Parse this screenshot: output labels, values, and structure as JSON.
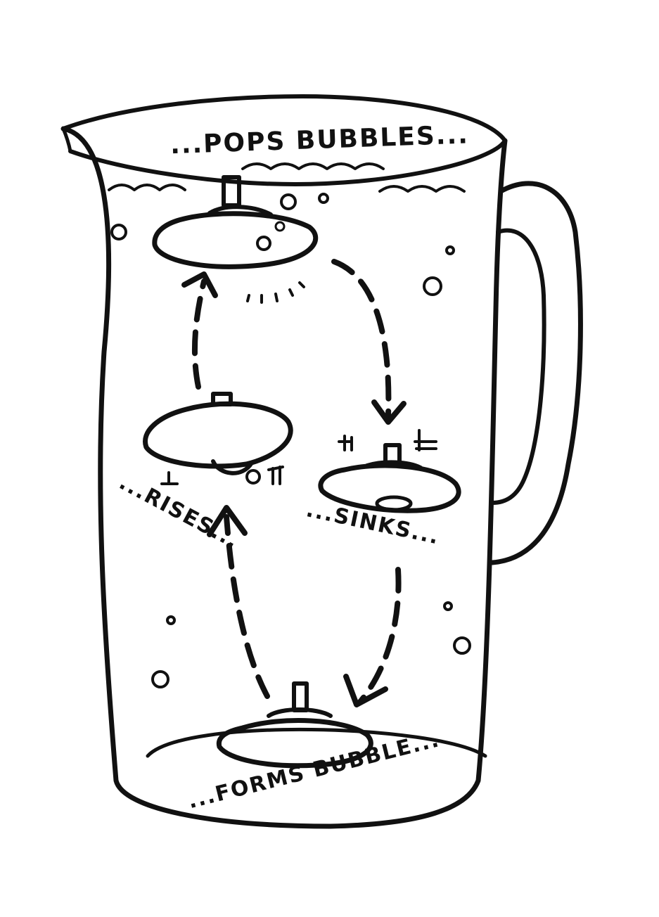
{
  "diagram": {
    "labels": {
      "pops": "...POPS BUBBLES...",
      "rises": "...RISES...",
      "sinks": "...SINKS...",
      "forms": "...FORMS BUBBLE..."
    },
    "colors": {
      "ink": "#111111",
      "paper": "#ffffff"
    }
  }
}
